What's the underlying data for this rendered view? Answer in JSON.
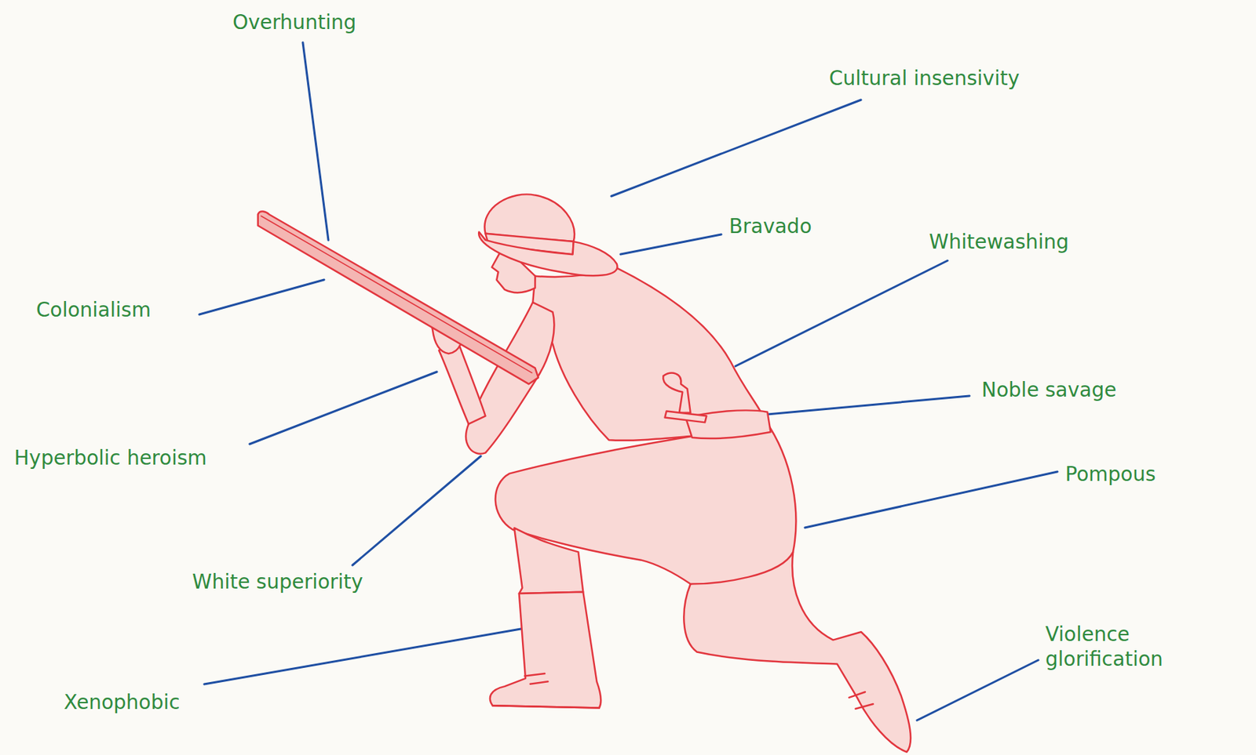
{
  "diagram": {
    "labels": [
      "Overhunting",
      "Cultural insensivity",
      "Bravado",
      "Whitewashing",
      "Colonialism",
      "Noble savage",
      "Hyperbolic heroism",
      "Pompous",
      "White superiority",
      "Xenophobic",
      "Violence glorification"
    ]
  }
}
